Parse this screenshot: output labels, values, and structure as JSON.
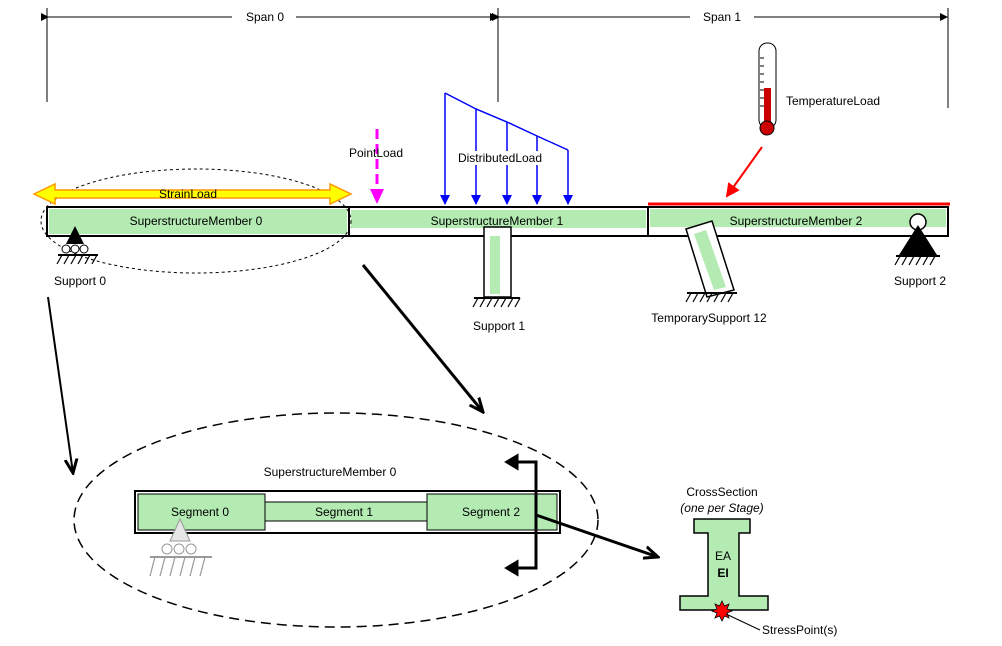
{
  "spans": {
    "span0": "Span 0",
    "span1": "Span 1"
  },
  "members": {
    "m0": "SuperstructureMember 0",
    "m1": "SuperstructureMember 1",
    "m2": "SuperstructureMember 2"
  },
  "supports": {
    "s0": "Support 0",
    "s1": "Support 1",
    "s2": "Support 2",
    "temp": "TemporarySupport 12"
  },
  "loads": {
    "strain": "StrainLoad",
    "point": "PointLoad",
    "distributed": "DistributedLoad",
    "temperature": "TemperatureLoad"
  },
  "detail": {
    "member_title": "SuperstructureMember 0",
    "segments": [
      "Segment 0",
      "Segment 1",
      "Segment 2"
    ]
  },
  "cross_section": {
    "title": "CrossSection",
    "subtitle": "(one per Stage)",
    "ea": "EA",
    "ei": "EI",
    "stress_points": "StressPoint(s)"
  },
  "colors": {
    "member_fill": "#b3ebb3",
    "outline": "#000000",
    "strain_arrow": "#ffff00",
    "strain_outline": "#ff9900",
    "point_load": "#ff00ff",
    "distributed_load": "#0000ff",
    "temperature": "#ff0000",
    "temperature_arrow": "#ff0000",
    "stress_star": "#ff0000"
  }
}
